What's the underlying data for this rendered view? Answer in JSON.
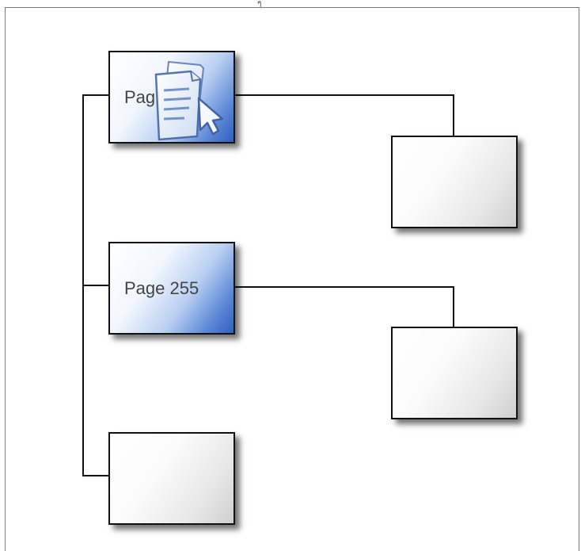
{
  "diagram": {
    "header_glyph": "ๆ",
    "nodes": [
      {
        "id": "node-1",
        "label": "Pag",
        "style": "blue"
      },
      {
        "id": "node-1a",
        "label": "",
        "style": "gray"
      },
      {
        "id": "node-2",
        "label": "Page 255",
        "style": "blue"
      },
      {
        "id": "node-2a",
        "label": "",
        "style": "gray"
      },
      {
        "id": "node-3",
        "label": "",
        "style": "gray"
      }
    ],
    "drag_icon": "document-drag-icon",
    "colors": {
      "node_blue": "#2f5fc0",
      "line": "#111111",
      "frame": "#7a7a7a"
    }
  }
}
